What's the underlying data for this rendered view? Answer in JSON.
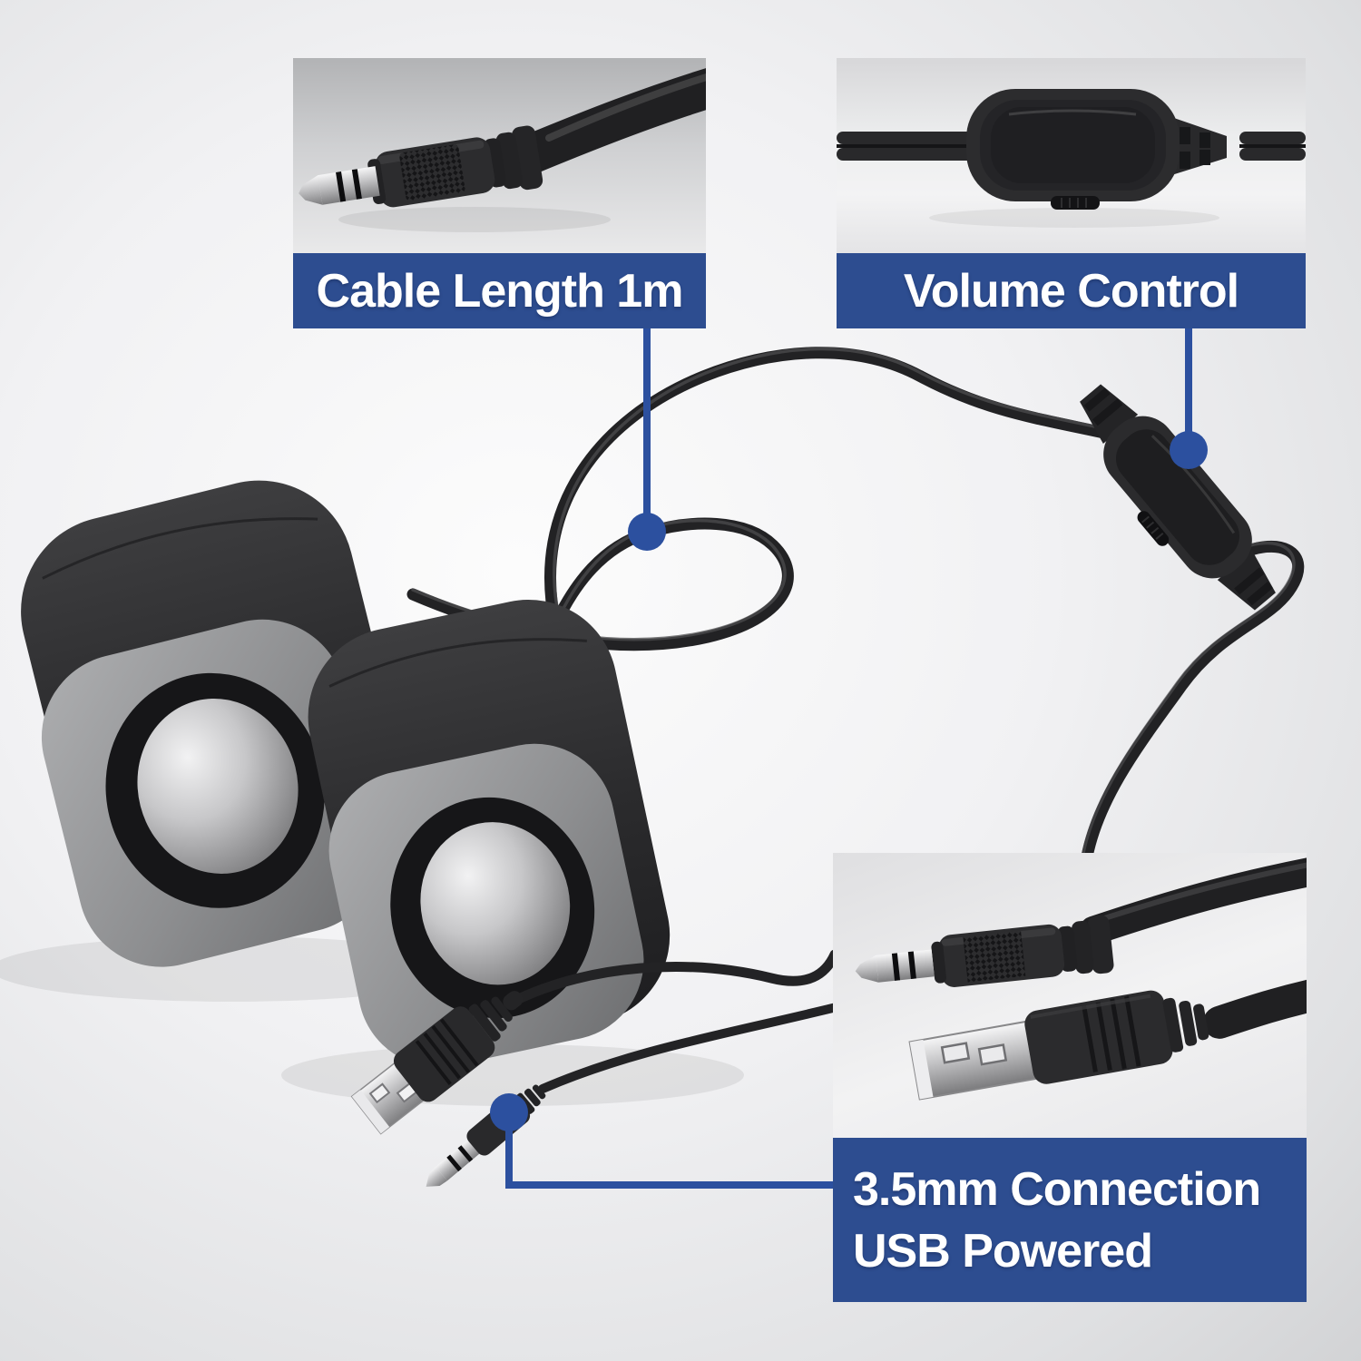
{
  "callouts": {
    "cable_length": {
      "label": "Cable Length 1m"
    },
    "volume_control": {
      "label": "Volume Control"
    },
    "connection": {
      "line1": "3.5mm Connection",
      "line2": "USB Powered"
    }
  },
  "colors": {
    "banner_blue": "#2d4d90",
    "leader_blue": "#2c509f",
    "label_text": "#ffffff",
    "cable_black": "#232325",
    "speaker_body_black": "#2e2e30",
    "speaker_face_gray": "#8f9092",
    "metal_silver": "#c9c9cb"
  },
  "illustrations": {
    "inset_top_left": "3.5mm audio jack plug photo",
    "inset_top_right": "inline volume control pod photo",
    "inset_bottom_right": "3.5mm jack and USB-A plug photo",
    "main_scene": "pair of mini speakers with cable, volume pod, USB and 3.5mm plugs"
  }
}
